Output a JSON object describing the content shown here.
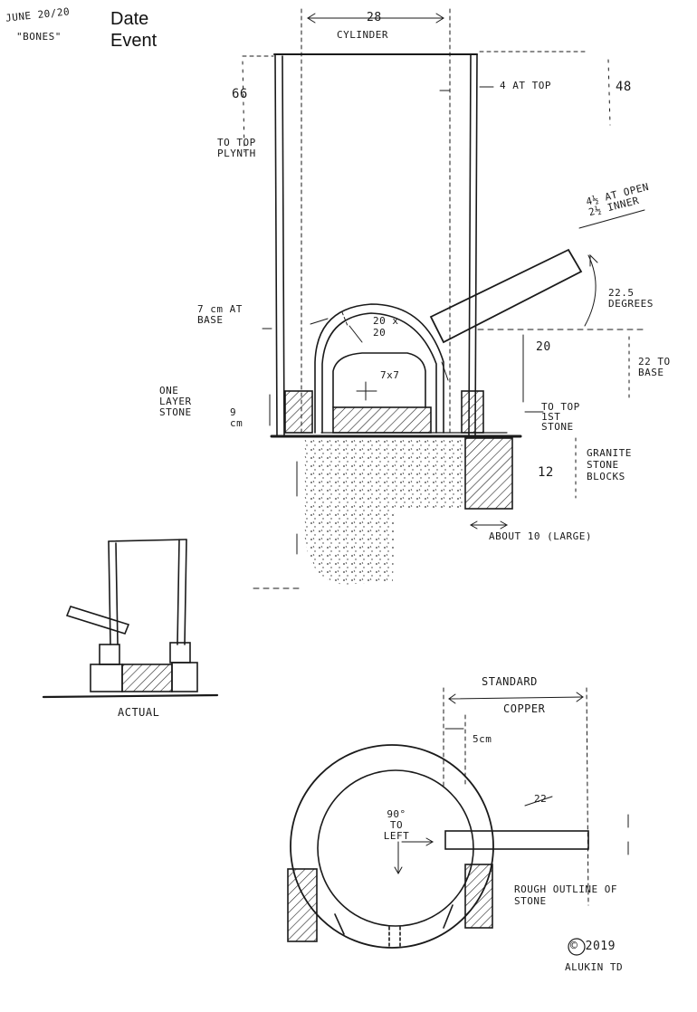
{
  "header": {
    "date_note": "JUNE 20/20",
    "date_note2": "\"BONES\"",
    "date_label": "Date",
    "event_label": "Event"
  },
  "elevation": {
    "cylinder_width": "28",
    "cylinder_label": "CYLINDER",
    "height_to_plinth": "66",
    "plinth_note": "TO TOP PLYNTH",
    "wall_top": "4 AT TOP",
    "right_height": "48",
    "wall_base": "7 cm AT BASE",
    "arch_outer": "20 x 20",
    "arch_inner": "7x7",
    "stone_layer": "ONE LAYER STONE",
    "stone_height": "9 cm",
    "pipe_note": "4½ AT OPEN 2½ INNER",
    "angle_note": "22.5 DEGREES",
    "pipe_height": "20",
    "to_top_stone": "TO TOP 1ST STONE",
    "to_base": "22 TO BASE",
    "granite": "GRANITE STONE BLOCKS",
    "granite_height": "12",
    "granite_width": "ABOUT 10 (LARGE)"
  },
  "actual": {
    "label": "ACTUAL"
  },
  "plan": {
    "standard": "STANDARD",
    "copper": "COPPER",
    "gap": "5cm",
    "turn": "90° TO LEFT",
    "pipe_len": "22",
    "outline": "ROUGH OUTLINE OF STONE"
  },
  "footer": {
    "copyright": "© 2019",
    "author": "ALUKIN TD"
  }
}
